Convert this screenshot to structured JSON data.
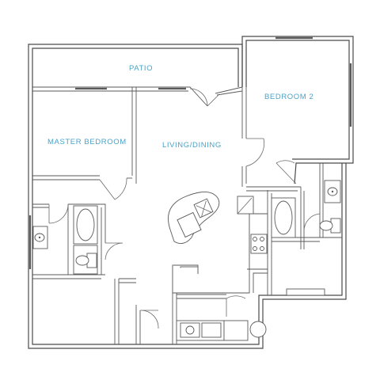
{
  "floorplan": {
    "rooms": {
      "patio": "PATIO",
      "bedroom2": "BEDROOM 2",
      "master": "MASTER BEDROOM",
      "living": "LIVING/DINING"
    },
    "colors": {
      "label": "#4aa3c9",
      "wall": "#4a4a4a",
      "background": "#ffffff"
    }
  }
}
